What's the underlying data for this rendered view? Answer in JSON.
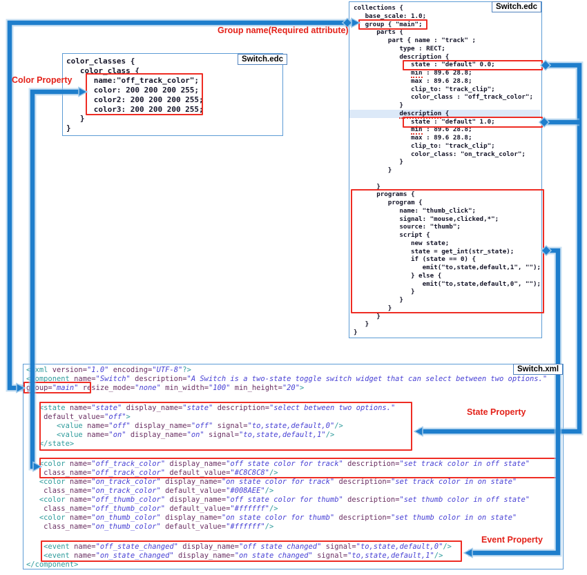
{
  "annotations": {
    "group_name": "Group name(Required attribute)",
    "color_property": "Color Property",
    "state_property": "State Property",
    "event_property": "Event Property"
  },
  "file_badges": {
    "edc_top": "Switch.edc",
    "edc_left": "Switch.edc",
    "xml": "Switch.xml"
  },
  "edc_collections": {
    "lines": [
      "collections {",
      "   base_scale: 1.0;",
      "   group { \"main\";",
      "      parts {",
      "         part { name : \"track\" ;",
      "            type : RECT;",
      "            description {",
      "               state : \"default\" 0.0;",
      "               min : 89.6 28.8;",
      "               max : 89.6 28.8;",
      "               clip_to: \"track_clip\";",
      "               color_class : \"off_track_color\";",
      "            }",
      "            description {",
      "               state : \"default\" 1.0;",
      "               min : 89.6 28.8;",
      "               max : 89.6 28.8;",
      "               clip_to: \"track_clip\";",
      "               color_class: \"on_track_color\";",
      "            }",
      "         }",
      "",
      "      }",
      "      programs {",
      "         program {",
      "            name: \"thumb_click\";",
      "            signal: \"mouse,clicked,*\";",
      "            source: \"thumb\";",
      "            script {",
      "               new state;",
      "               state = get_int(str_state);",
      "               if (state == 0) {",
      "                  emit(\"to,state,default,1\", \"\");",
      "               } else {",
      "                  emit(\"to,state,default,0\", \"\");",
      "               }",
      "            }",
      "         }",
      "      }",
      "   }",
      "}"
    ],
    "squiggles": [
      {
        "line": 9,
        "word": "min"
      },
      {
        "line": 14,
        "word": "description"
      },
      {
        "line": 16,
        "word": "min"
      }
    ]
  },
  "edc_color_classes": {
    "lines": [
      "color_classes {",
      "   color_class {",
      "      name:\"off_track_color\";",
      "      color: 200 200 200 255;",
      "      color2: 200 200 200 255;",
      "      color3: 200 200 200 255;",
      "   }",
      "}"
    ]
  },
  "xml_component": {
    "lines": [
      [
        [
          "t",
          "<?xml "
        ],
        [
          "a",
          "version="
        ],
        [
          "v",
          "\"1.0\""
        ],
        [
          "p",
          " "
        ],
        [
          "a",
          "encoding="
        ],
        [
          "v",
          "\"UTF-8\""
        ],
        [
          "t",
          "?>"
        ]
      ],
      [
        [
          "t",
          "<component "
        ],
        [
          "a",
          "name="
        ],
        [
          "v",
          "\"Switch\""
        ],
        [
          "p",
          " "
        ],
        [
          "a",
          "description="
        ],
        [
          "v",
          "\"A Switch is a two-state toggle switch widget that can select between two options.\""
        ]
      ],
      [
        [
          "a",
          "group="
        ],
        [
          "v",
          "\"main\""
        ],
        [
          "p",
          " "
        ],
        [
          "a",
          "resize_mode="
        ],
        [
          "v",
          "\"none\""
        ],
        [
          "p",
          " "
        ],
        [
          "a",
          "min_width="
        ],
        [
          "v",
          "\"100\""
        ],
        [
          "p",
          " "
        ],
        [
          "a",
          "min_height="
        ],
        [
          "v",
          "\"20\""
        ],
        [
          "t",
          ">"
        ]
      ],
      [],
      [
        [
          "p",
          "   "
        ],
        [
          "t",
          "<state "
        ],
        [
          "a",
          "name="
        ],
        [
          "v",
          "\"state\""
        ],
        [
          "p",
          " "
        ],
        [
          "a",
          "display_name="
        ],
        [
          "v",
          "\"state\""
        ],
        [
          "p",
          " "
        ],
        [
          "a",
          "description="
        ],
        [
          "v",
          "\"select between two options.\""
        ]
      ],
      [
        [
          "p",
          "    "
        ],
        [
          "a",
          "default_value="
        ],
        [
          "v",
          "\"off\""
        ],
        [
          "t",
          ">"
        ]
      ],
      [
        [
          "p",
          "       "
        ],
        [
          "t",
          "<value "
        ],
        [
          "a",
          "name="
        ],
        [
          "v",
          "\"off\""
        ],
        [
          "p",
          " "
        ],
        [
          "a",
          "display_name="
        ],
        [
          "v",
          "\"off\""
        ],
        [
          "p",
          " "
        ],
        [
          "a",
          "signal="
        ],
        [
          "v",
          "\"to,state,default,0\""
        ],
        [
          "t",
          "/>"
        ]
      ],
      [
        [
          "p",
          "       "
        ],
        [
          "t",
          "<value "
        ],
        [
          "a",
          "name="
        ],
        [
          "v",
          "\"on\""
        ],
        [
          "p",
          " "
        ],
        [
          "a",
          "display_name="
        ],
        [
          "v",
          "\"on\""
        ],
        [
          "p",
          " "
        ],
        [
          "a",
          "signal="
        ],
        [
          "v",
          "\"to,state,default,1\""
        ],
        [
          "t",
          "/>"
        ]
      ],
      [
        [
          "p",
          "   "
        ],
        [
          "t",
          "</state>"
        ]
      ],
      [],
      [
        [
          "p",
          "   "
        ],
        [
          "t",
          "<color "
        ],
        [
          "a",
          "name="
        ],
        [
          "v",
          "\"off_track_color\""
        ],
        [
          "p",
          " "
        ],
        [
          "a",
          "display_name="
        ],
        [
          "v",
          "\"off state color for track\""
        ],
        [
          "p",
          " "
        ],
        [
          "a",
          "description="
        ],
        [
          "v",
          "\"set track color in off state\""
        ]
      ],
      [
        [
          "p",
          "    "
        ],
        [
          "a",
          "class_name="
        ],
        [
          "v",
          "\"off_track_color\""
        ],
        [
          "p",
          " "
        ],
        [
          "a",
          "default_value="
        ],
        [
          "v",
          "\"#C8C8C8\""
        ],
        [
          "t",
          "/>"
        ]
      ],
      [
        [
          "p",
          "   "
        ],
        [
          "t",
          "<color "
        ],
        [
          "a",
          "name="
        ],
        [
          "v",
          "\"on_track_color\""
        ],
        [
          "p",
          " "
        ],
        [
          "a",
          "display_name="
        ],
        [
          "v",
          "\"on state color for track\""
        ],
        [
          "p",
          " "
        ],
        [
          "a",
          "description="
        ],
        [
          "v",
          "\"set track color in on state\""
        ]
      ],
      [
        [
          "p",
          "    "
        ],
        [
          "a",
          "class_name="
        ],
        [
          "v",
          "\"on_track_color\""
        ],
        [
          "p",
          " "
        ],
        [
          "a",
          "default_value="
        ],
        [
          "v",
          "\"#008AEE\""
        ],
        [
          "t",
          "/>"
        ]
      ],
      [
        [
          "p",
          "   "
        ],
        [
          "t",
          "<color "
        ],
        [
          "a",
          "name="
        ],
        [
          "v",
          "\"off_thumb_color\""
        ],
        [
          "p",
          " "
        ],
        [
          "a",
          "display_name="
        ],
        [
          "v",
          "\"off state color for thumb\""
        ],
        [
          "p",
          " "
        ],
        [
          "a",
          "description="
        ],
        [
          "v",
          "\"set thumb color in off state\""
        ]
      ],
      [
        [
          "p",
          "    "
        ],
        [
          "a",
          "class_name="
        ],
        [
          "v",
          "\"off_thumb_color\""
        ],
        [
          "p",
          " "
        ],
        [
          "a",
          "default_value="
        ],
        [
          "v",
          "\"#ffffff\""
        ],
        [
          "t",
          "/>"
        ]
      ],
      [
        [
          "p",
          "   "
        ],
        [
          "t",
          "<color "
        ],
        [
          "a",
          "name="
        ],
        [
          "v",
          "\"on_thumb_color\""
        ],
        [
          "p",
          " "
        ],
        [
          "a",
          "display_name="
        ],
        [
          "v",
          "\"on state color for thumb\""
        ],
        [
          "p",
          " "
        ],
        [
          "a",
          "description="
        ],
        [
          "v",
          "\"set thumb color in on state\""
        ]
      ],
      [
        [
          "p",
          "    "
        ],
        [
          "a",
          "class_name="
        ],
        [
          "v",
          "\"on_thumb_color\""
        ],
        [
          "p",
          " "
        ],
        [
          "a",
          "default_value="
        ],
        [
          "v",
          "\"#ffffff\""
        ],
        [
          "t",
          "/>"
        ]
      ],
      [],
      [
        [
          "p",
          "    "
        ],
        [
          "t",
          "<event "
        ],
        [
          "a",
          "name="
        ],
        [
          "v",
          "\"off_state_changed\""
        ],
        [
          "p",
          " "
        ],
        [
          "a",
          "display_name="
        ],
        [
          "v",
          "\"off state changed\""
        ],
        [
          "p",
          " "
        ],
        [
          "a",
          "signal="
        ],
        [
          "v",
          "\"to,state,default,0\""
        ],
        [
          "t",
          "/>"
        ]
      ],
      [
        [
          "p",
          "    "
        ],
        [
          "t",
          "<event "
        ],
        [
          "a",
          "name="
        ],
        [
          "v",
          "\"on_state_changed\""
        ],
        [
          "p",
          " "
        ],
        [
          "a",
          "display_name="
        ],
        [
          "v",
          "\"on state changed\""
        ],
        [
          "p",
          " "
        ],
        [
          "a",
          "signal="
        ],
        [
          "v",
          "\"to,state,default,1\""
        ],
        [
          "t",
          "/>"
        ]
      ],
      [
        [
          "t",
          "</component>"
        ]
      ]
    ]
  },
  "colors": {
    "box_border": "#5b9bd5",
    "annotation_red": "#e32119",
    "highlight_box_red": "#ee2c23",
    "arrow_blue": "#1e7ecc",
    "xml_tag_teal": "#2e9b9b",
    "xml_attr_plum": "#6a2f62",
    "xml_value_violet": "#4740d4",
    "selected_line_highlight": "#dce9f8"
  }
}
